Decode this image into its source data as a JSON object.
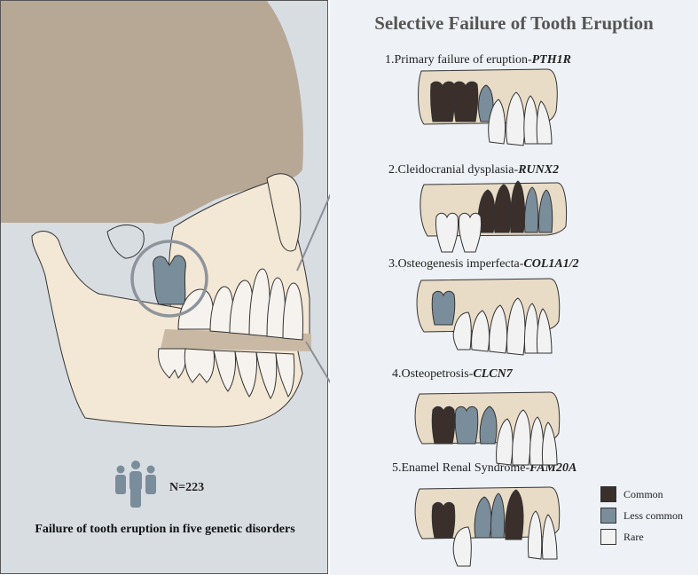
{
  "title": "Selective Failure of Tooth Eruption",
  "cohort": {
    "count_label": "N=223",
    "people_icon": "people-group-icon"
  },
  "caption": "Failure of tooth eruption in five genetic disorders",
  "disorders": [
    {
      "prefix": "1.Primary failure of eruption-",
      "gene": "PTH1R"
    },
    {
      "prefix": "2.Cleidocranial dysplasia-",
      "gene": "RUNX2"
    },
    {
      "prefix": "3.Osteogenesis imperfecta-",
      "gene": "COL1A1/2"
    },
    {
      "prefix": "4.Osteopetrosis-",
      "gene": "CLCN7"
    },
    {
      "prefix": "5.Enamel Renal Syndrome-",
      "gene": "FAM20A"
    }
  ],
  "legend": [
    {
      "label": "Common",
      "color": "#3a2f2b"
    },
    {
      "label": "Less common",
      "color": "#7a8d9b"
    },
    {
      "label": "Rare",
      "color": "#f2f2f2"
    }
  ],
  "colors": {
    "skull": "#b7a896",
    "bone": "#f3e7d5",
    "jaw_panel": "#e9dcc7",
    "tooth_common": "#3a2f2b",
    "tooth_less": "#7a8d9b",
    "tooth_rare": "#f2f2f2"
  }
}
